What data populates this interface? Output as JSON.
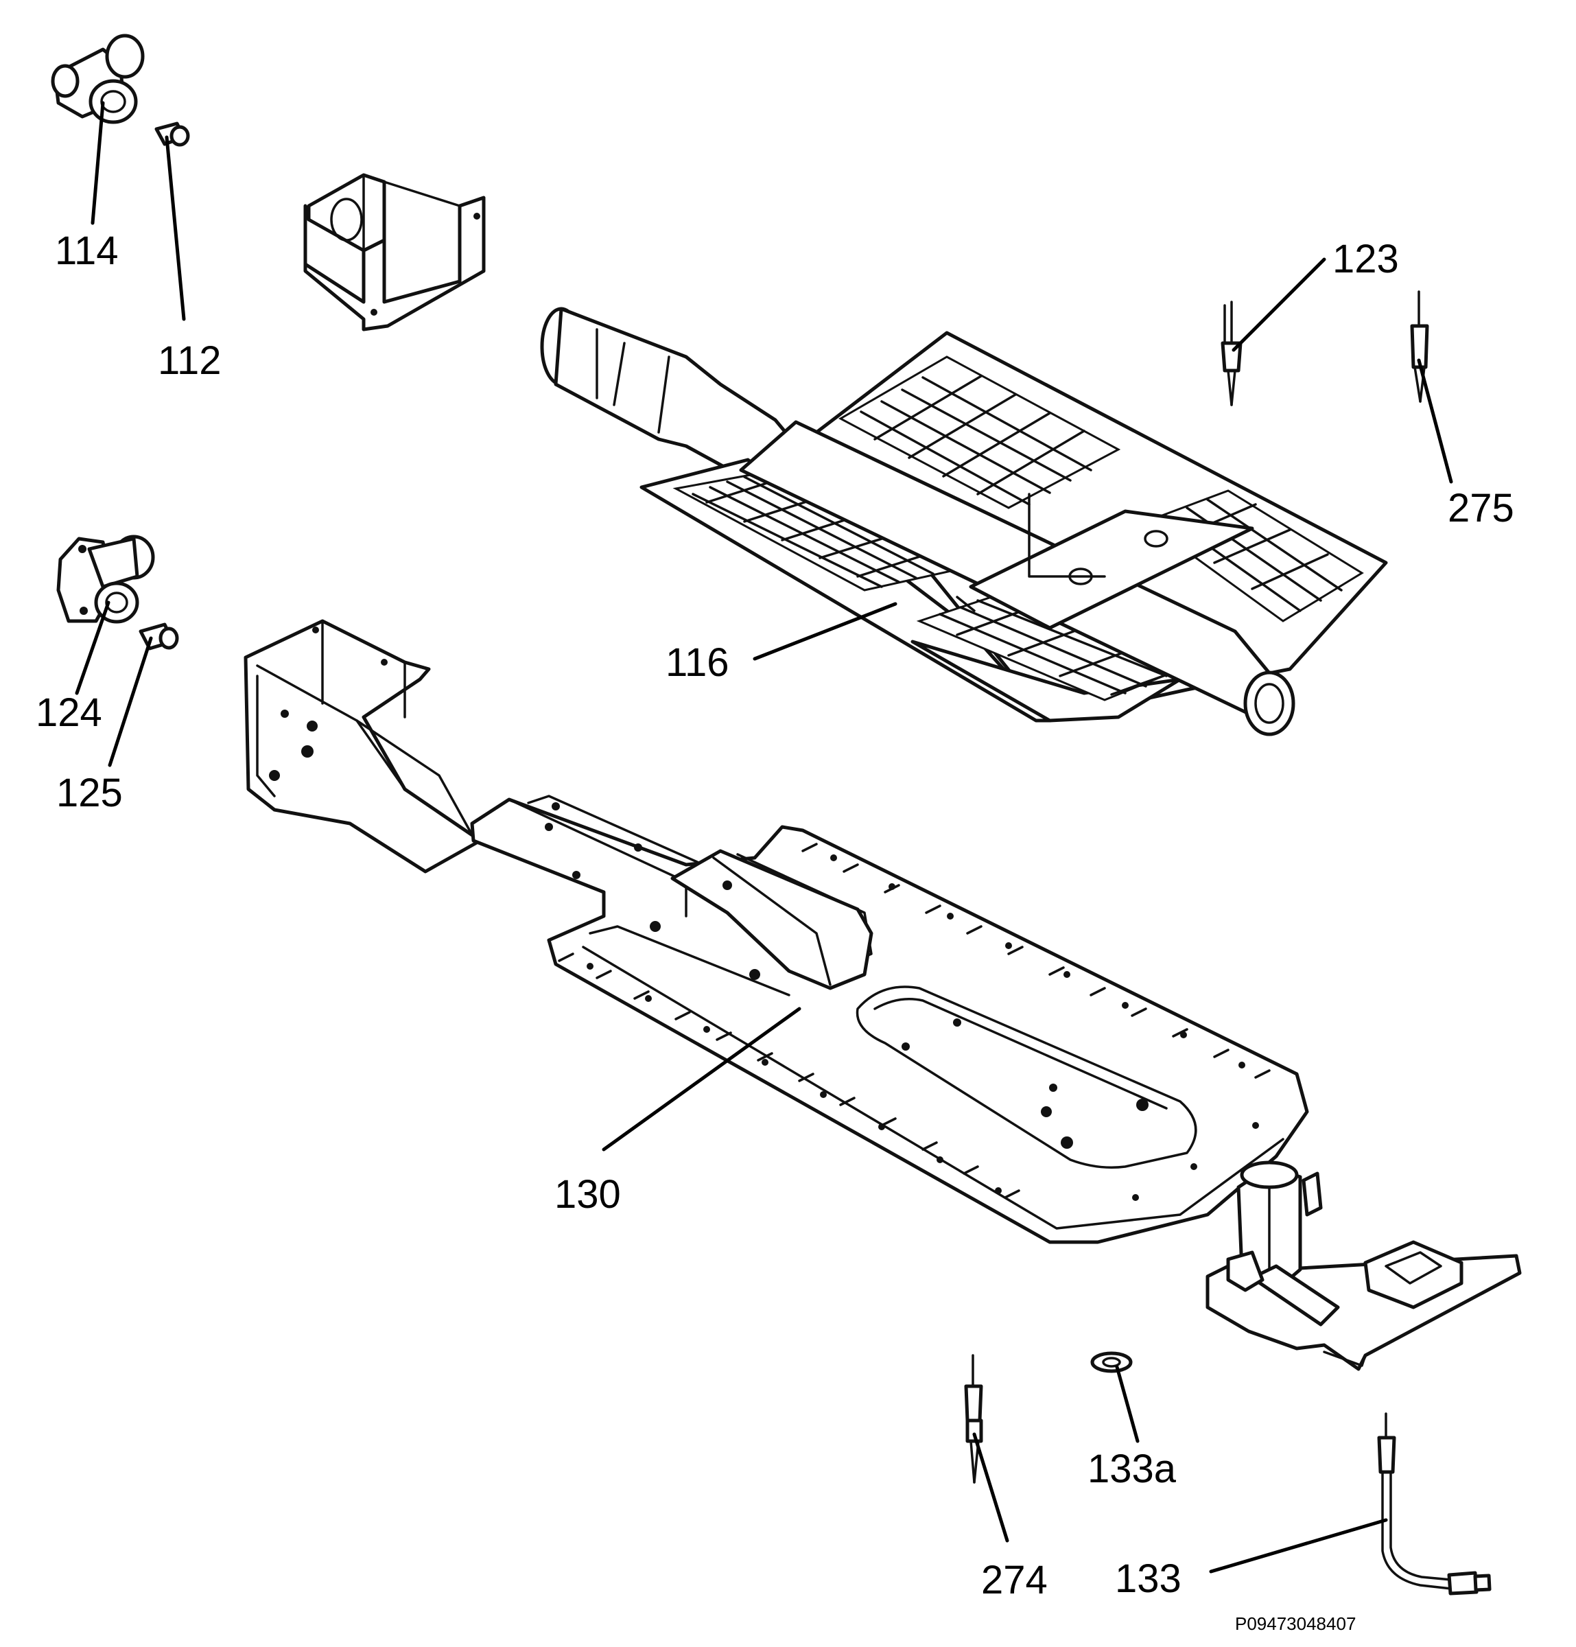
{
  "labels": {
    "p114": "114",
    "p112": "112",
    "p123": "123",
    "p275": "275",
    "p116": "116",
    "p124": "124",
    "p125": "125",
    "p130": "130",
    "p133a": "133a",
    "p274": "274",
    "p133": "133"
  },
  "drawing_code": "P09473048407"
}
